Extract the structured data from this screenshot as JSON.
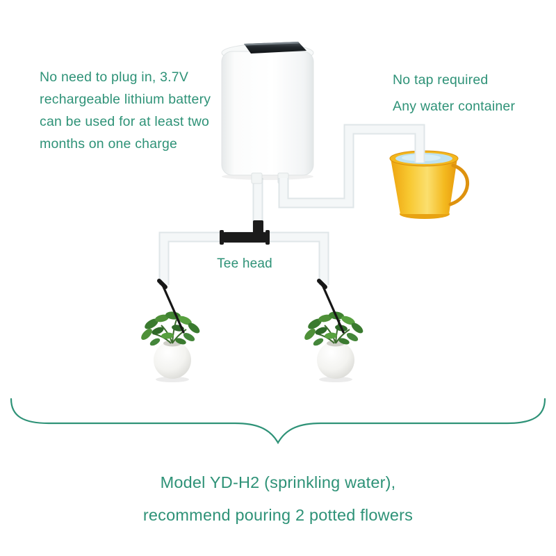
{
  "colors": {
    "accent_text": "#2e9277",
    "brace": "#2e9277",
    "tube_fill": "#f4f7f8",
    "tube_edge": "#dfe6e8",
    "tee_black": "#1b1b1b",
    "water_blue": "#bfe2f0",
    "handle_orange": "#de920e",
    "bucket_yellow": "#f6c42a",
    "leaf_green": "#44863a",
    "device_panel": "#23282c"
  },
  "battery_note": {
    "lines": [
      "No need to plug in, 3.7V",
      "rechargeable lithium battery",
      "can be used for at least two",
      "months on one charge"
    ]
  },
  "container_note": {
    "lines": [
      "No tap required",
      "Any water container"
    ]
  },
  "tee_label": "Tee head",
  "caption": {
    "lines": [
      "Model YD-H2 (sprinkling water),",
      "recommend pouring 2 potted flowers"
    ]
  }
}
